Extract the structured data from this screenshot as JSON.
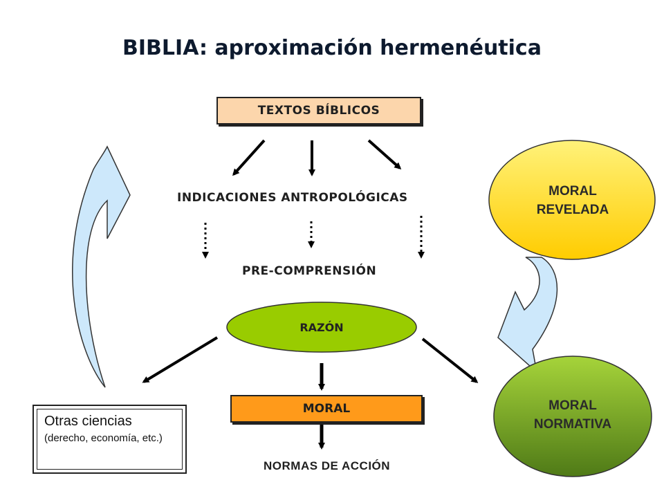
{
  "title": "BIBLIA: aproximación hermenéutica",
  "nodes": {
    "textos": "TEXTOS BÍBLICOS",
    "indicaciones": "INDICACIONES ANTROPOLÓGICAS",
    "precomprension": "PRE-COMPRENSIÓN",
    "razon": "RAZÓN",
    "moral": "MORAL",
    "normas": "NORMAS DE ACCIÓN",
    "moral_revelada_1": "MORAL",
    "moral_revelada_2": "REVELADA",
    "moral_normativa_1": "MORAL",
    "moral_normativa_2": "NORMATIVA",
    "otras_title": "Otras ciencias",
    "otras_sub": "(derecho, economía, etc.)"
  },
  "colors": {
    "textos_fill": "#fcd6ac",
    "moral_fill": "#ff9a1a",
    "razon_fill": "#99cc00",
    "revelada_top": "#fff27a",
    "revelada_bottom": "#ffcc00",
    "normativa_top": "#a6d43a",
    "normativa_bottom": "#4f7a17",
    "curve_fill": "#cde8fb"
  }
}
